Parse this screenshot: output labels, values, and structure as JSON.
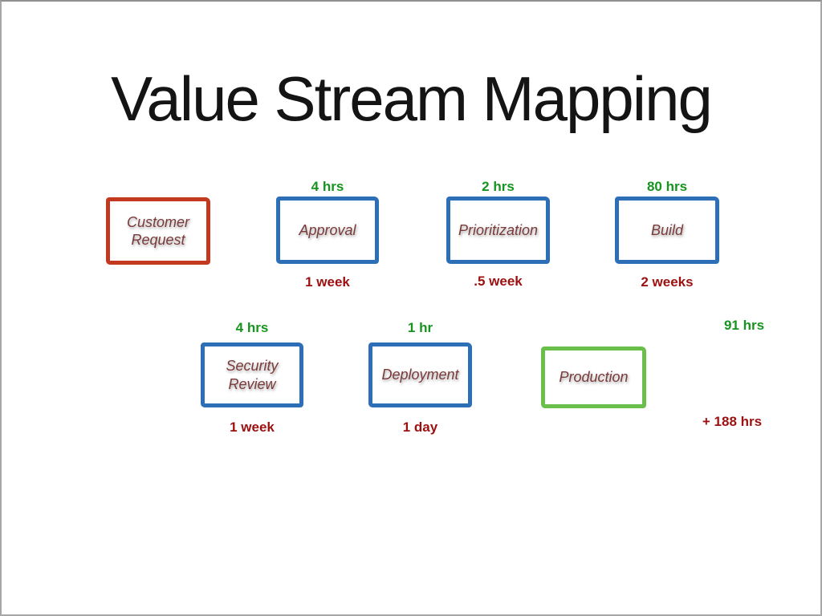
{
  "title": "Value Stream Mapping",
  "boxes": [
    {
      "label": "Customer Request",
      "time_above": "",
      "time_below": ""
    },
    {
      "label": "Approval",
      "time_above": "4 hrs",
      "time_below": "1 week"
    },
    {
      "label": "Prioritization",
      "time_above": "2 hrs",
      "time_below": ".5 week"
    },
    {
      "label": "Build",
      "time_above": "80 hrs",
      "time_below": "2 weeks"
    },
    {
      "label": "Security Review",
      "time_above": "4 hrs",
      "time_below": "1 week"
    },
    {
      "label": "Deployment",
      "time_above": "1 hr",
      "time_below": "1 day"
    },
    {
      "label": "Production",
      "time_above": "",
      "time_below": ""
    }
  ],
  "totals": {
    "process_time": "91 hrs",
    "wait_time": "+ 188 hrs"
  },
  "colors": {
    "customer_box_border": "#c2391f",
    "process_box_border": "#2d6fb7",
    "production_box_border": "#69bf4a",
    "process_time_text": "#17941f",
    "wait_time_text": "#9c1010",
    "box_label_text": "#7a3a3a",
    "title_text": "#141414",
    "slide_border": "#a6a6a6"
  }
}
